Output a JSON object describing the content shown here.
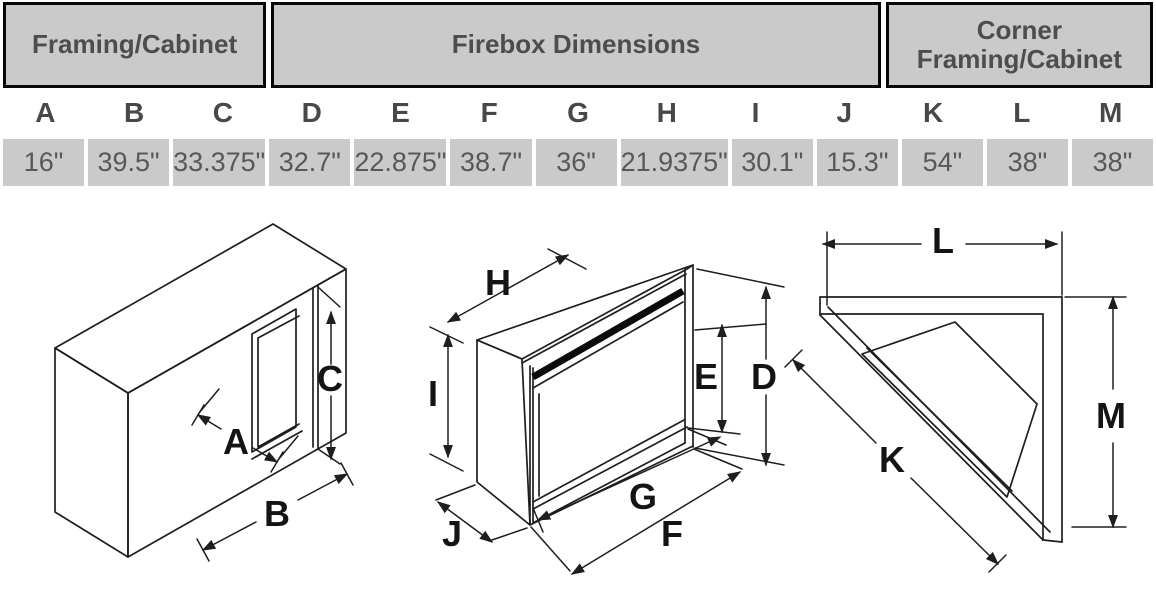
{
  "table": {
    "sections": [
      {
        "label": "Framing/Cabinet"
      },
      {
        "label": "Firebox Dimensions"
      },
      {
        "label": "Corner Framing/Cabinet"
      }
    ],
    "columns": [
      "A",
      "B",
      "C",
      "D",
      "E",
      "F",
      "G",
      "H",
      "I",
      "J",
      "K",
      "L",
      "M"
    ],
    "values": [
      "16\"",
      "39.5\"",
      "33.375\"",
      "32.7\"",
      "22.875\"",
      "38.7\"",
      "36\"",
      "21.9375\"",
      "30.1\"",
      "15.3\"",
      "54\"",
      "38\"",
      "38\""
    ]
  },
  "diagrams": {
    "framing_cabinet": {
      "labels": {
        "A": "A",
        "B": "B",
        "C": "C"
      }
    },
    "firebox": {
      "labels": {
        "D": "D",
        "E": "E",
        "F": "F",
        "G": "G",
        "H": "H",
        "I": "I",
        "J": "J"
      }
    },
    "corner": {
      "labels": {
        "K": "K",
        "L": "L",
        "M": "M"
      }
    }
  },
  "colors": {
    "cell_gray": "#cacaca",
    "header_text": "#4d4d4d",
    "value_text": "#585858",
    "border_black": "#070707",
    "line_dark": "#1e1e1e"
  }
}
